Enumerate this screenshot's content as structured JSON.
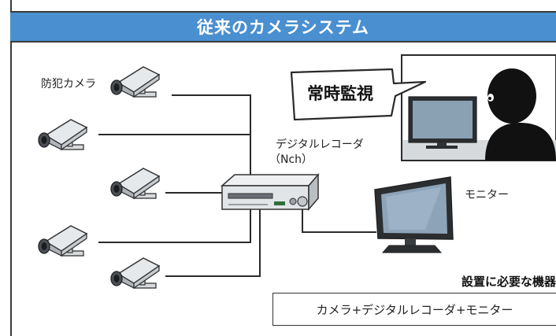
{
  "title": "従来のカメラシステム",
  "labels": {
    "camera": "防犯カメラ",
    "recorder_line1": "デジタルレコーダ",
    "recorder_line2": "（Nch）",
    "monitor": "モニター",
    "speech": "常時監視"
  },
  "requirements": {
    "heading": "設置に必要な機器",
    "items": "カメラ+デジタルレコーダ+モニター"
  },
  "colors": {
    "banner": "#4a8fd0",
    "line": "#2a2a2a",
    "camera_body": "#d8dde2"
  }
}
